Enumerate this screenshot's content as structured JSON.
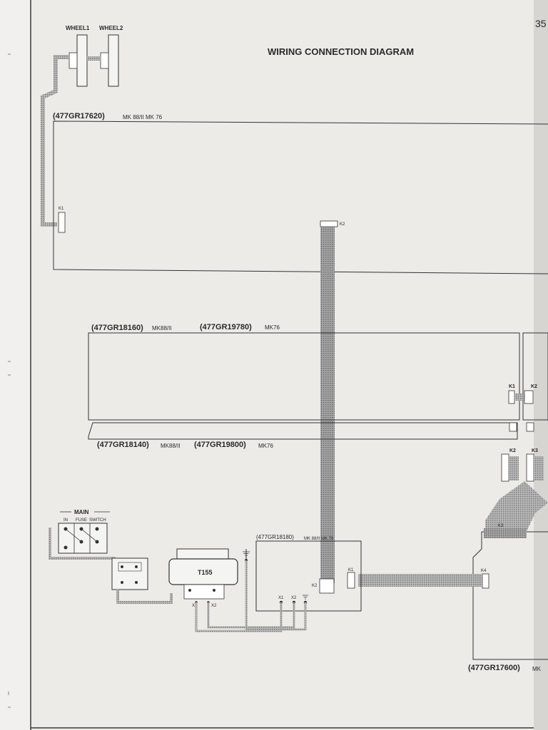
{
  "title": "WIRING CONNECTION DIAGRAM",
  "page_number": "35",
  "wheels": {
    "wheel1": "WHEEL1",
    "wheel2": "WHEEL2"
  },
  "boards": {
    "b17620": {
      "part": "(477GR17620)",
      "models": "MK 88/II  MK 76",
      "connector_k1": "K1",
      "connector_k2": "K2"
    },
    "b18160": {
      "part": "(477GR18160)",
      "models": "MK88/II",
      "alt_part": "(477GR19780)",
      "alt_models": "MK76",
      "k1": "K1",
      "k2": "K2"
    },
    "b18140": {
      "part": "(477GR18140)",
      "models": "MK88/II",
      "alt_part": "(477GR19800)",
      "alt_models": "MK76",
      "k2": "K2",
      "k3": "K3"
    },
    "b18180": {
      "part": "(477GR18180)",
      "models": "MK 88/II MK 76",
      "k1": "K1",
      "k2": "K2",
      "x1": "X1",
      "x2": "X2"
    },
    "b17600": {
      "part": "(477GR17600)",
      "models": "MK",
      "k3": "K3",
      "k4": "K4"
    }
  },
  "main_switch": {
    "title": "MAIN",
    "labels": [
      "IN",
      "FUSE",
      "SWITCH"
    ]
  },
  "transformer": {
    "name": "T155",
    "x1": "X1",
    "x2": "X2"
  },
  "colors": {
    "paper": "#ecebe8",
    "ink": "#2a2a2a",
    "cable": "#9a9a9a"
  }
}
